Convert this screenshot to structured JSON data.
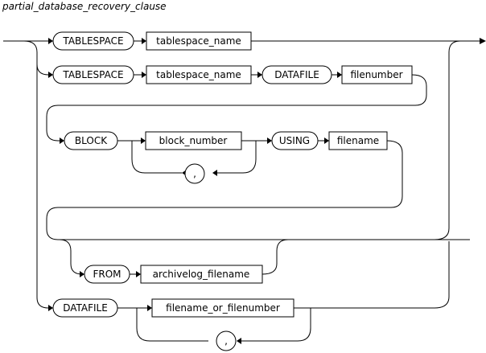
{
  "diagram": {
    "title": "partial_database_recovery_clause",
    "keywords": {
      "tablespace_1": "TABLESPACE",
      "tablespace_2": "TABLESPACE",
      "datafile_1": "DATAFILE",
      "block": "BLOCK",
      "using": "USING",
      "from": "FROM",
      "datafile_2": "DATAFILE"
    },
    "parameters": {
      "tablespace_name_1": "tablespace_name",
      "tablespace_name_2": "tablespace_name",
      "filenumber": "filenumber",
      "block_number": "block_number",
      "filename": "filename",
      "archivelog_filename": "archivelog_filename",
      "filename_or_filenumber": "filename_or_filenumber"
    },
    "separators": {
      "block_number_comma": ",",
      "filename_or_filenumber_comma": ","
    }
  }
}
